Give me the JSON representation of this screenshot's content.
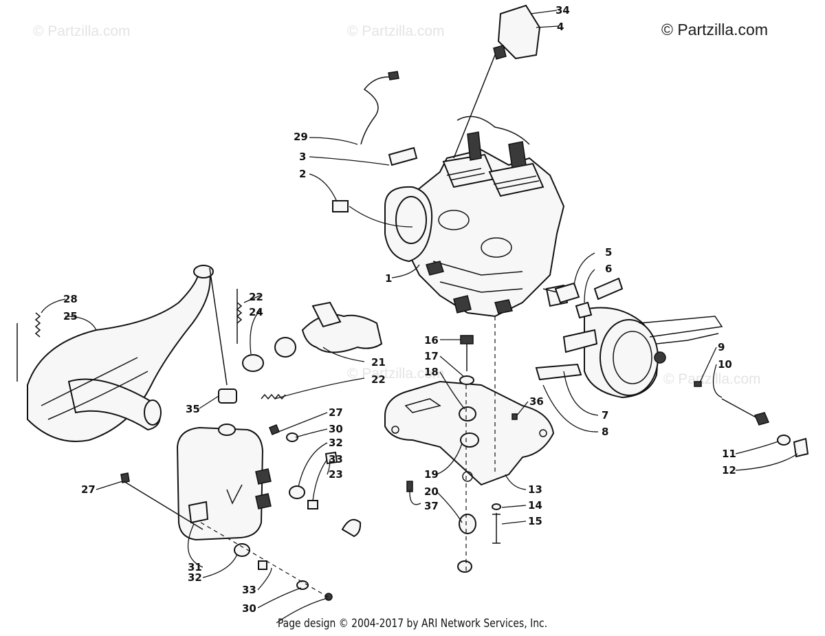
{
  "watermarks": {
    "faint": "© Partzilla.com",
    "corner": "© Partzilla.com"
  },
  "footer": {
    "text": "Page design © 2004-2017 by ARI Network Services, Inc."
  },
  "parts": {
    "p34": "34",
    "p4": "4",
    "p29": "29",
    "p3": "3",
    "p2": "2",
    "p1": "1",
    "p5": "5",
    "p6": "6",
    "p28": "28",
    "p25": "25",
    "p22a": "22",
    "p24": "24",
    "p21": "21",
    "p22b": "22",
    "p16": "16",
    "p17": "17",
    "p18": "18",
    "p36": "36",
    "p9": "9",
    "p10": "10",
    "p35": "35",
    "p27a": "27",
    "p30a": "30",
    "p32a": "32",
    "p33a": "33",
    "p23": "23",
    "p7": "7",
    "p8": "8",
    "p11": "11",
    "p12": "12",
    "p27b": "27",
    "p19": "19",
    "p20": "20",
    "p37": "37",
    "p13": "13",
    "p14": "14",
    "p15": "15",
    "p31": "31",
    "p32b": "32",
    "p33b": "33",
    "p30b": "30"
  }
}
